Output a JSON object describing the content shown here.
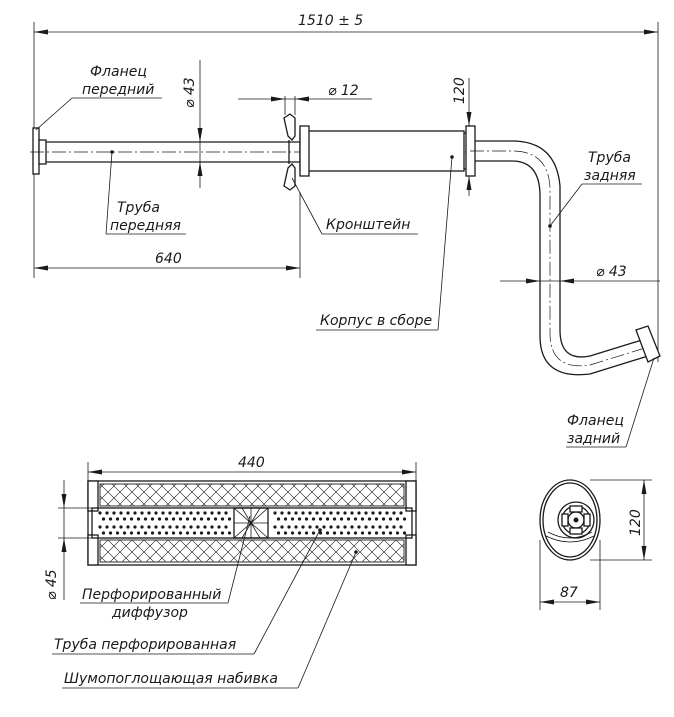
{
  "dimensions": {
    "overall_length": "1510 ± 5",
    "front_pipe_length": "640",
    "front_pipe_diameter": "⌀ 43",
    "bracket_diameter": "⌀ 12",
    "body_height_top": "120",
    "rear_pipe_diameter": "⌀ 43",
    "section_length": "440",
    "section_diameter": "⌀ 45",
    "end_view_height": "120",
    "end_view_width": "87"
  },
  "labels": {
    "front_flange_line1": "Фланец",
    "front_flange_line2": "передний",
    "front_pipe_line1": "Труба",
    "front_pipe_line2": "передняя",
    "bracket": "Кронштейн",
    "body_assembly": "Корпус в сборе",
    "rear_pipe_line1": "Труба",
    "rear_pipe_line2": "задняя",
    "rear_flange_line1": "Фланец",
    "rear_flange_line2": "задний",
    "perforated_diffuser_line1": "Перфорированный",
    "perforated_diffuser_line2": "диффузор",
    "perforated_pipe": "Труба перфорированная",
    "sound_absorbing_packing": "Шумопоглощающая набивка"
  }
}
